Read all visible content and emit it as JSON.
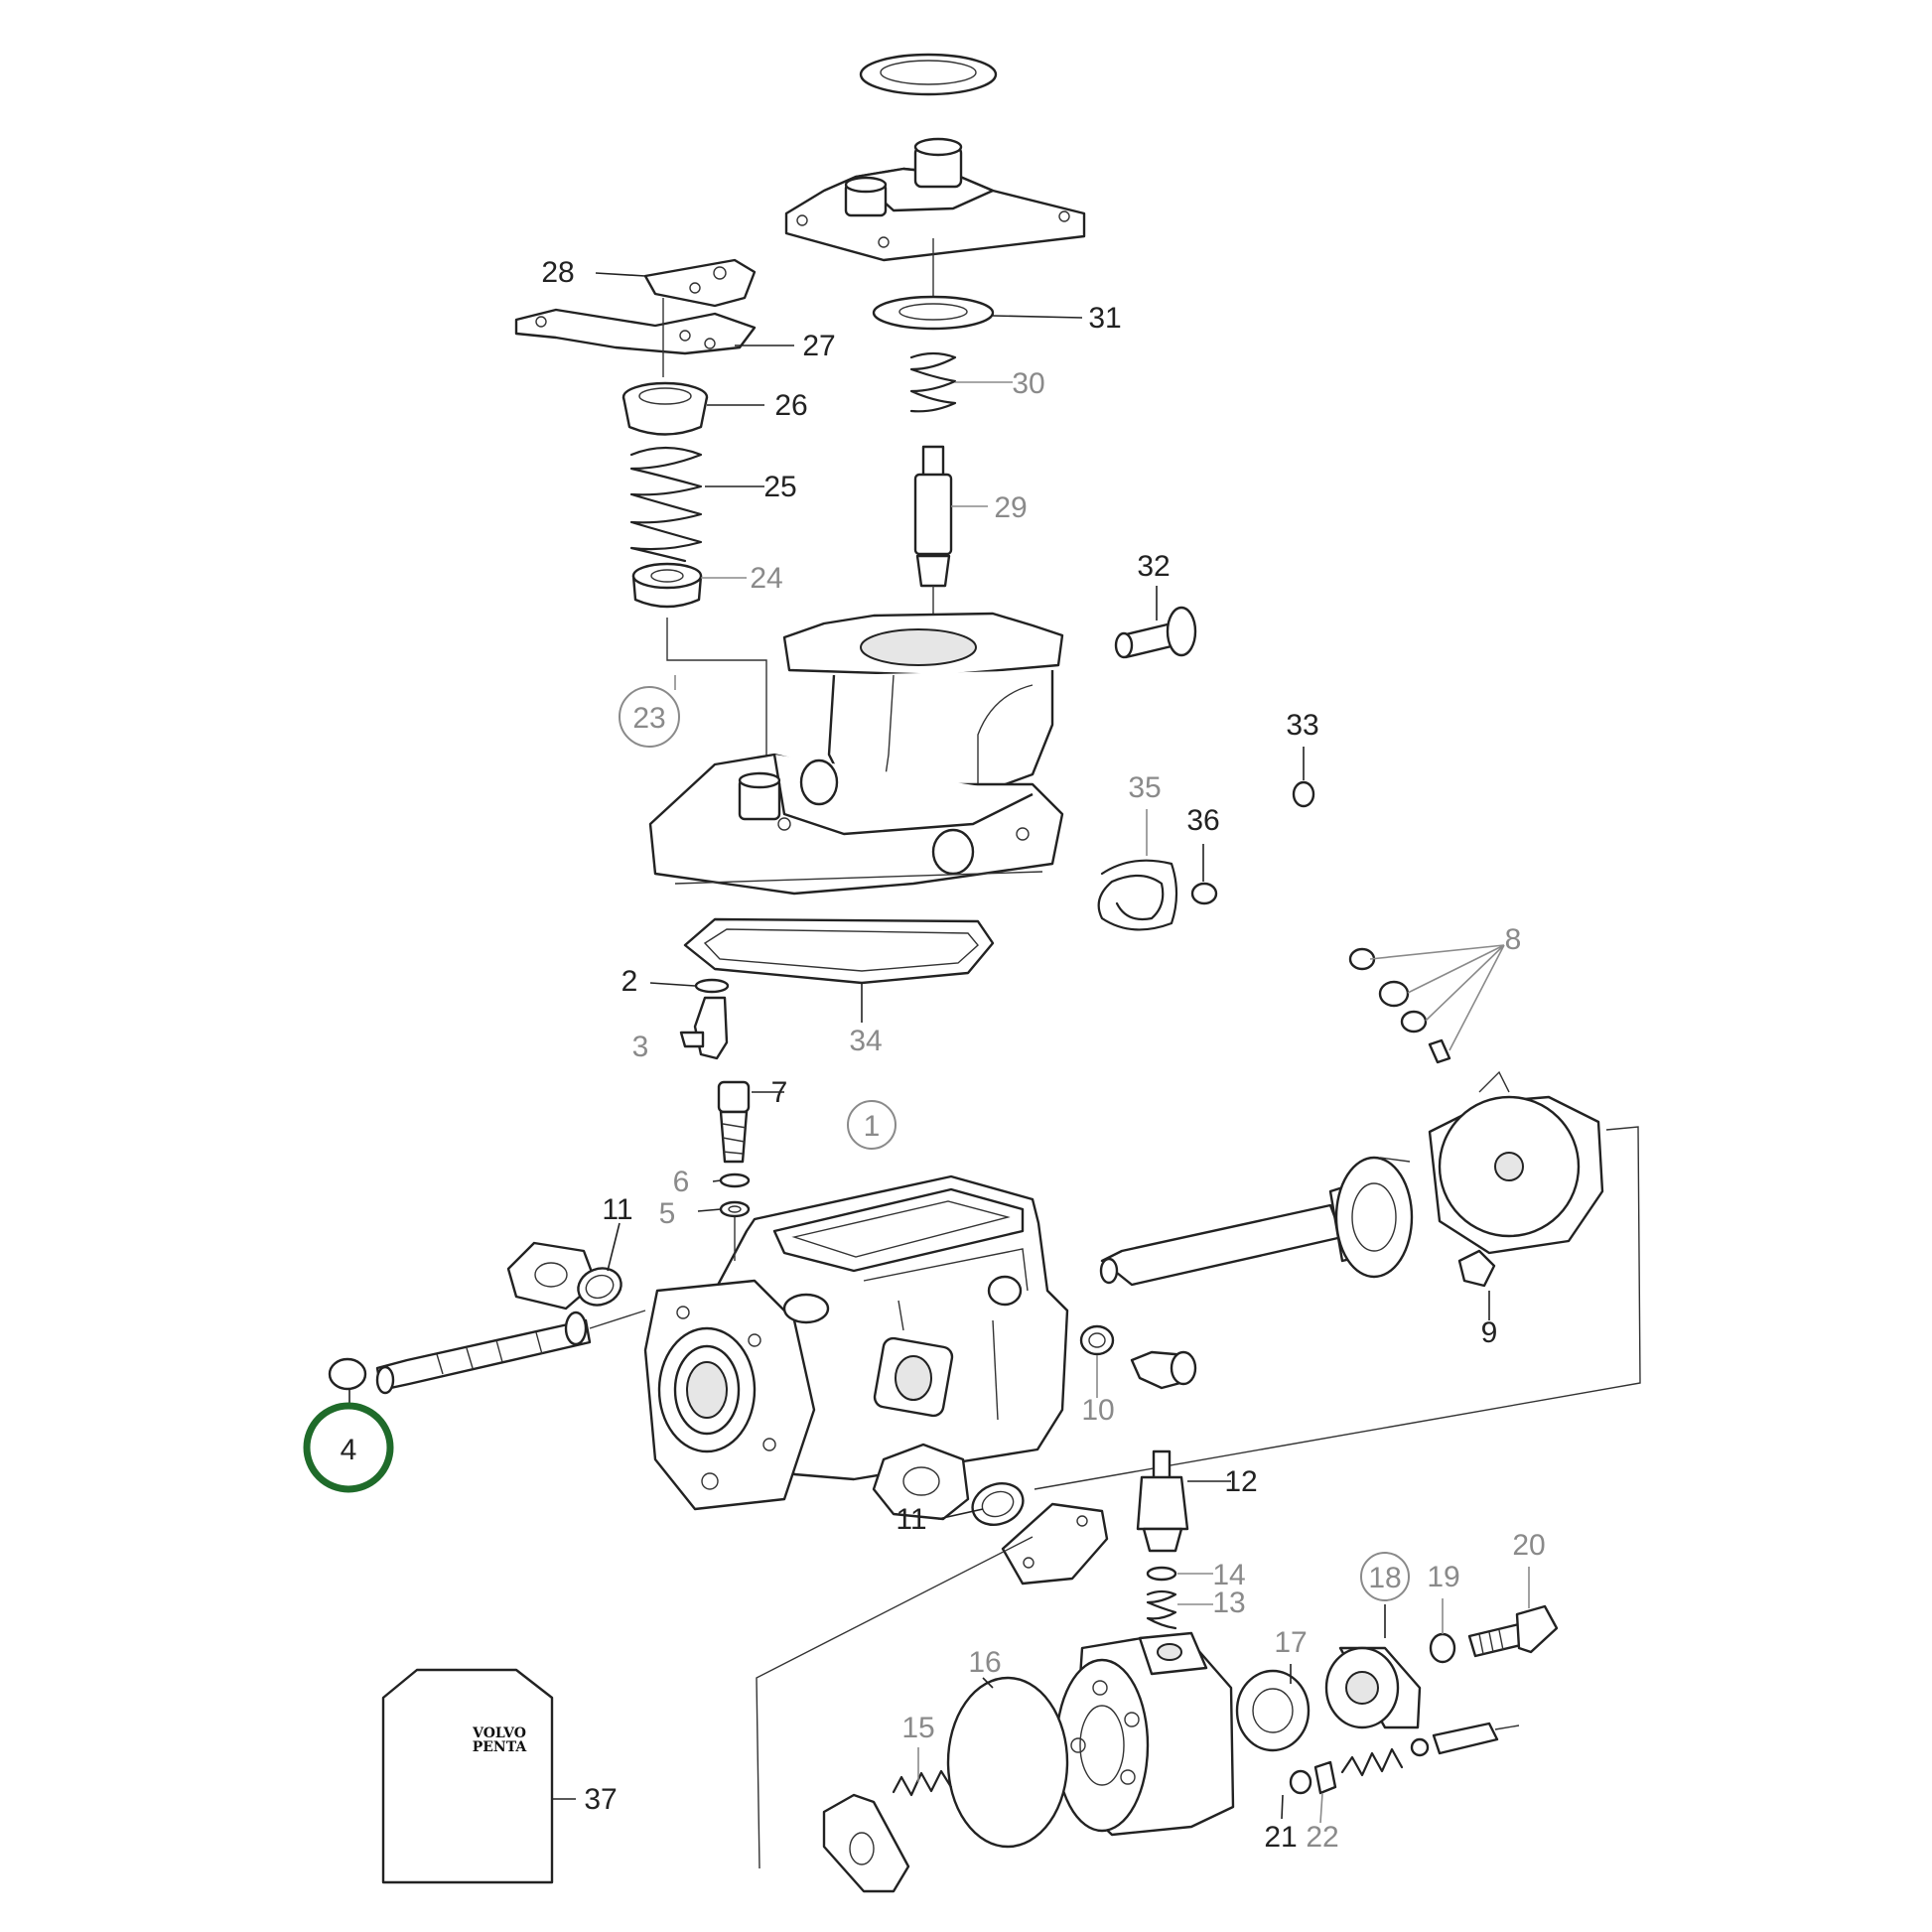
{
  "diagram": {
    "highlighted_part": "4",
    "kit_logo": [
      "VOLVO",
      "PENTA"
    ],
    "labels": {
      "p1": "1",
      "p2": "2",
      "p3": "3",
      "p4": "4",
      "p5": "5",
      "p6": "6",
      "p7": "7",
      "p8": "8",
      "p9": "9",
      "p10": "10",
      "p11a": "11",
      "p11b": "11",
      "p12": "12",
      "p13": "13",
      "p14": "14",
      "p15": "15",
      "p16": "16",
      "p17": "17",
      "p18": "18",
      "p19": "19",
      "p20": "20",
      "p21": "21",
      "p22": "22",
      "p23": "23",
      "p24": "24",
      "p25": "25",
      "p26": "26",
      "p27": "27",
      "p28": "28",
      "p29": "29",
      "p30": "30",
      "p31": "31",
      "p32": "32",
      "p33": "33",
      "p34": "34",
      "p35": "35",
      "p36": "36",
      "p37": "37"
    }
  }
}
